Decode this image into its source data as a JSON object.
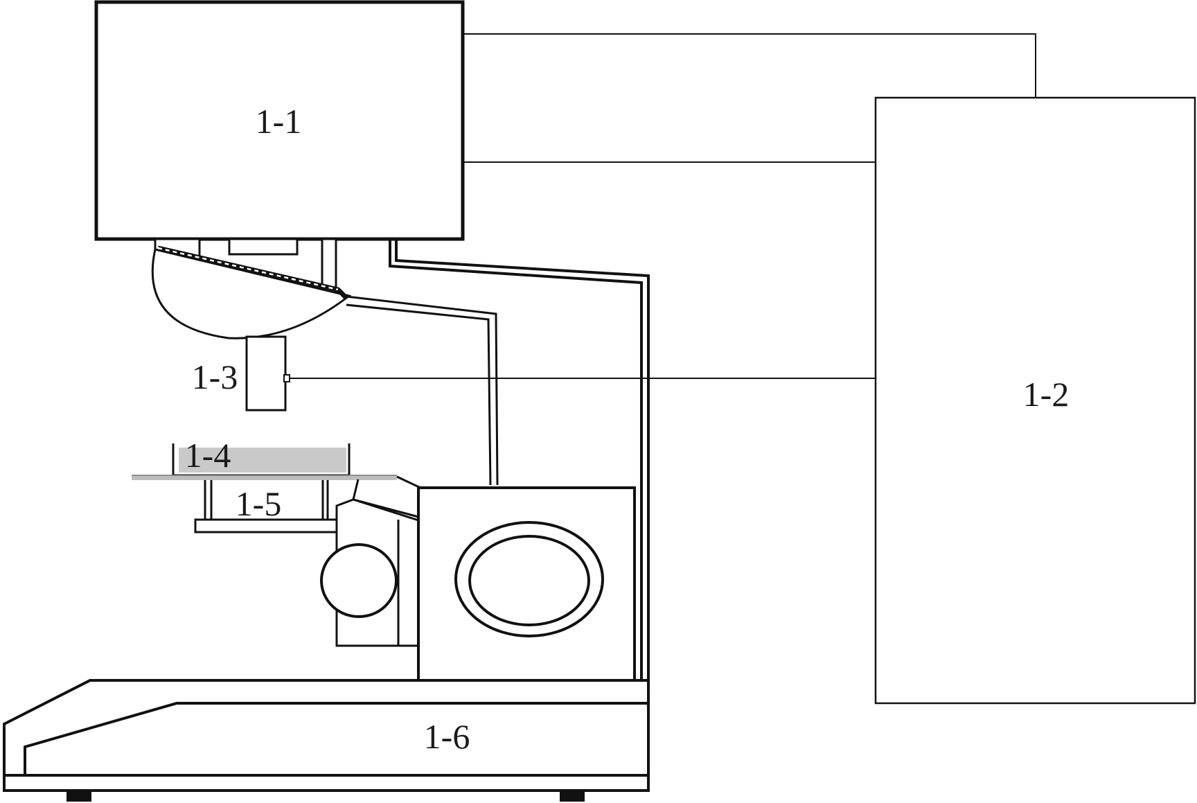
{
  "labels": {
    "camera": "1-1",
    "controller": "1-2",
    "light_source": "1-3",
    "sample": "1-4",
    "stage": "1-5",
    "base": "1-6"
  },
  "colors": {
    "line": "#111111",
    "sample_fill": "#c9c9c9",
    "background": "#ffffff"
  }
}
